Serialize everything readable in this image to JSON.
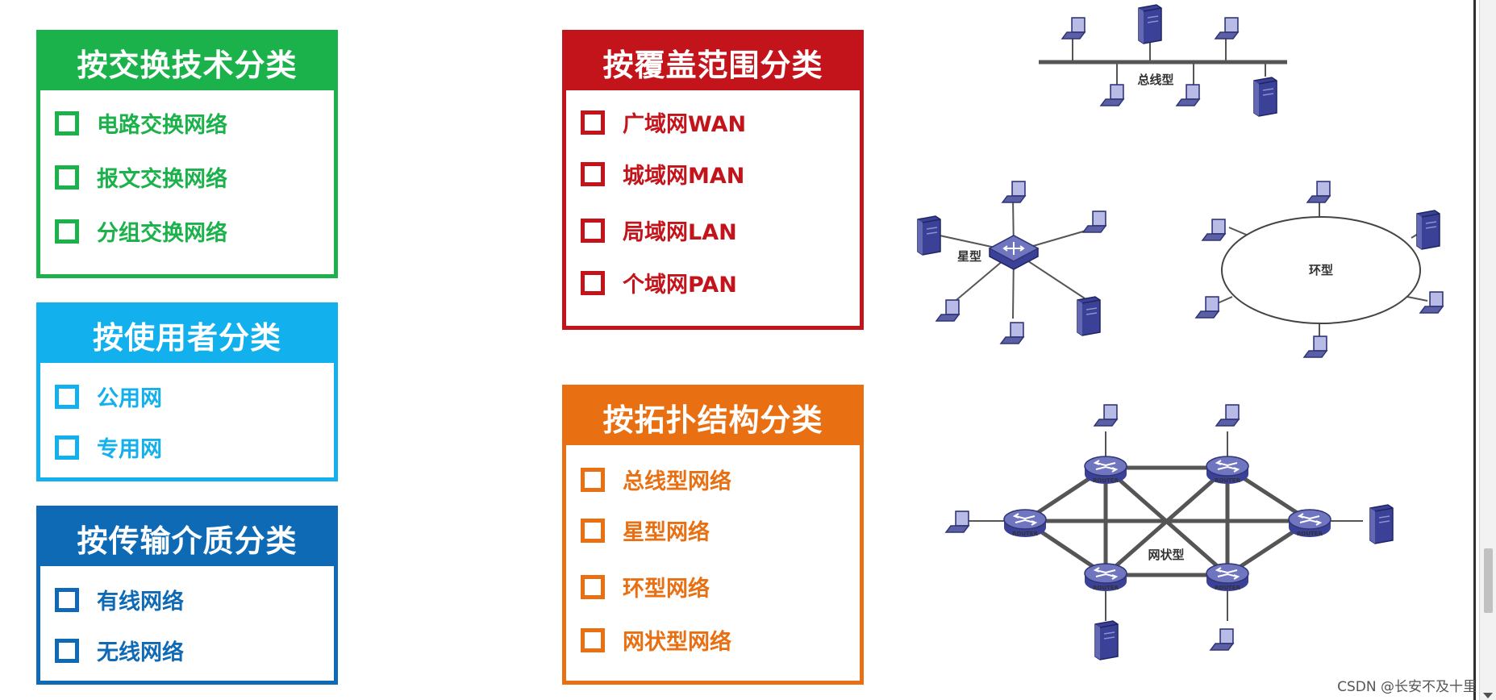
{
  "categories": {
    "switching": {
      "title": "按交换技术分类",
      "items": [
        "电路交换网络",
        "报文交换网络",
        "分组交换网络"
      ]
    },
    "user": {
      "title": "按使用者分类",
      "items": [
        "公用网",
        "专用网"
      ]
    },
    "medium": {
      "title": "按传输介质分类",
      "items": [
        "有线网络",
        "无线网络"
      ]
    },
    "coverage": {
      "title": "按覆盖范围分类",
      "items": [
        "广域网WAN",
        "城域网MAN",
        "局域网LAN",
        "个域网PAN"
      ]
    },
    "topology": {
      "title": "按拓扑结构分类",
      "items": [
        "总线型网络",
        "星型网络",
        "环型网络",
        "网状型网络"
      ]
    }
  },
  "diagrams": {
    "bus_label": "总线型",
    "star_label": "星型",
    "ring_label": "环型",
    "mesh_label": "网状型",
    "router_label": "ROUTER"
  },
  "colors": {
    "green": "#1cb24b",
    "light_blue": "#12b0ec",
    "dark_blue": "#0f6ab5",
    "red": "#c3141b",
    "orange": "#e86f12",
    "device_blue": "#5a5fa6"
  },
  "footer": {
    "credit": "CSDN @长安不及十里"
  }
}
